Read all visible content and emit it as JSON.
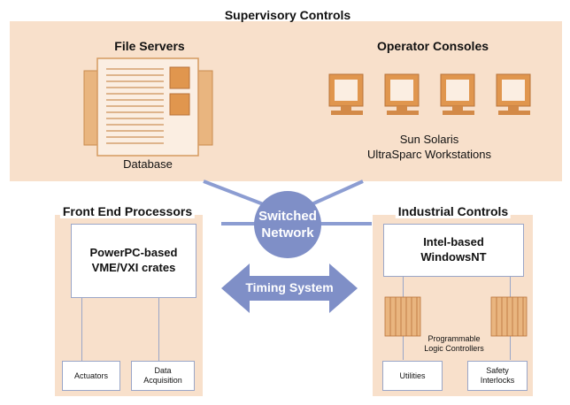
{
  "supervisory": {
    "title": "Supervisory Controls",
    "file_servers": "File Servers",
    "database": "Database",
    "operator_consoles": "Operator Consoles",
    "os_line1": "Sun Solaris",
    "os_line2": "UltraSparc Workstations"
  },
  "network": {
    "line1": "Switched",
    "line2": "Network"
  },
  "front_end": {
    "title": "Front End Processors",
    "box_line1": "PowerPC-based",
    "box_line2": "VME/VXI crates",
    "actuators": "Actuators",
    "data_acq_line1": "Data",
    "data_acq_line2": "Acquisition"
  },
  "timing": {
    "label": "Timing System"
  },
  "industrial": {
    "title": "Industrial Controls",
    "box_line1": "Intel-based",
    "box_line2": "WindowsNT",
    "plc_line1": "Programmable",
    "plc_line2": "Logic Controllers",
    "utilities": "Utilities",
    "safety_line1": "Safety",
    "safety_line2": "Interlocks"
  },
  "colors": {
    "panel": "#f8e0cb",
    "connector": "#7f8fc7",
    "accent": "#d9924f"
  }
}
